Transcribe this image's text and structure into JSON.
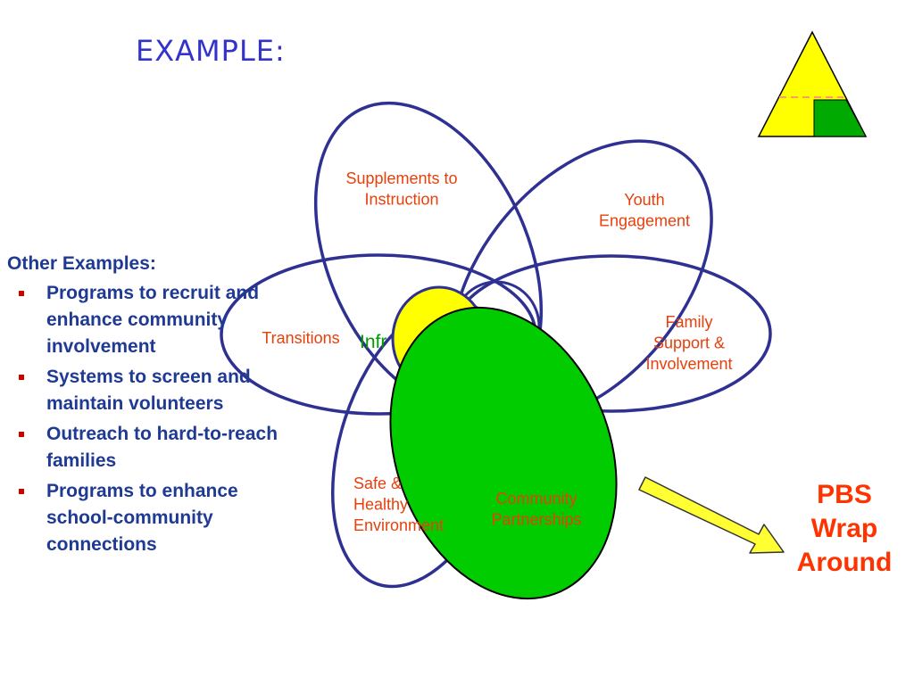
{
  "title": "EXAMPLE:",
  "petals": {
    "supplements": "Supplements to Instruction",
    "youth": "Youth Engagement",
    "family": "Family Support & Involvement",
    "transitions": "Transitions",
    "safe": "Safe & Healthy Environment",
    "community": "Community Partnerships",
    "center_fragment": "Infr"
  },
  "others": {
    "heading": "Other Examples:",
    "items": [
      "Programs to recruit and enhance community involvement",
      "Systems to screen and maintain volunteers",
      "Outreach to hard-to-reach families",
      "Programs to enhance school-community connections"
    ]
  },
  "pbs": {
    "line1": "PBS",
    "line2": "Wrap",
    "line3": "Around"
  },
  "colors": {
    "title": "#3333cc",
    "petal_outline": "#2e3192",
    "petal_text": "#e8400c",
    "community_fill": "#00cc00",
    "center_fill": "#ffff00",
    "arrow_fill": "#ffff33",
    "list_text": "#1f3a93",
    "bullet": "#cc0000",
    "pbs_text": "#ff3300",
    "triangle_fill": "#ffff00",
    "triangle_green": "#00aa00"
  }
}
